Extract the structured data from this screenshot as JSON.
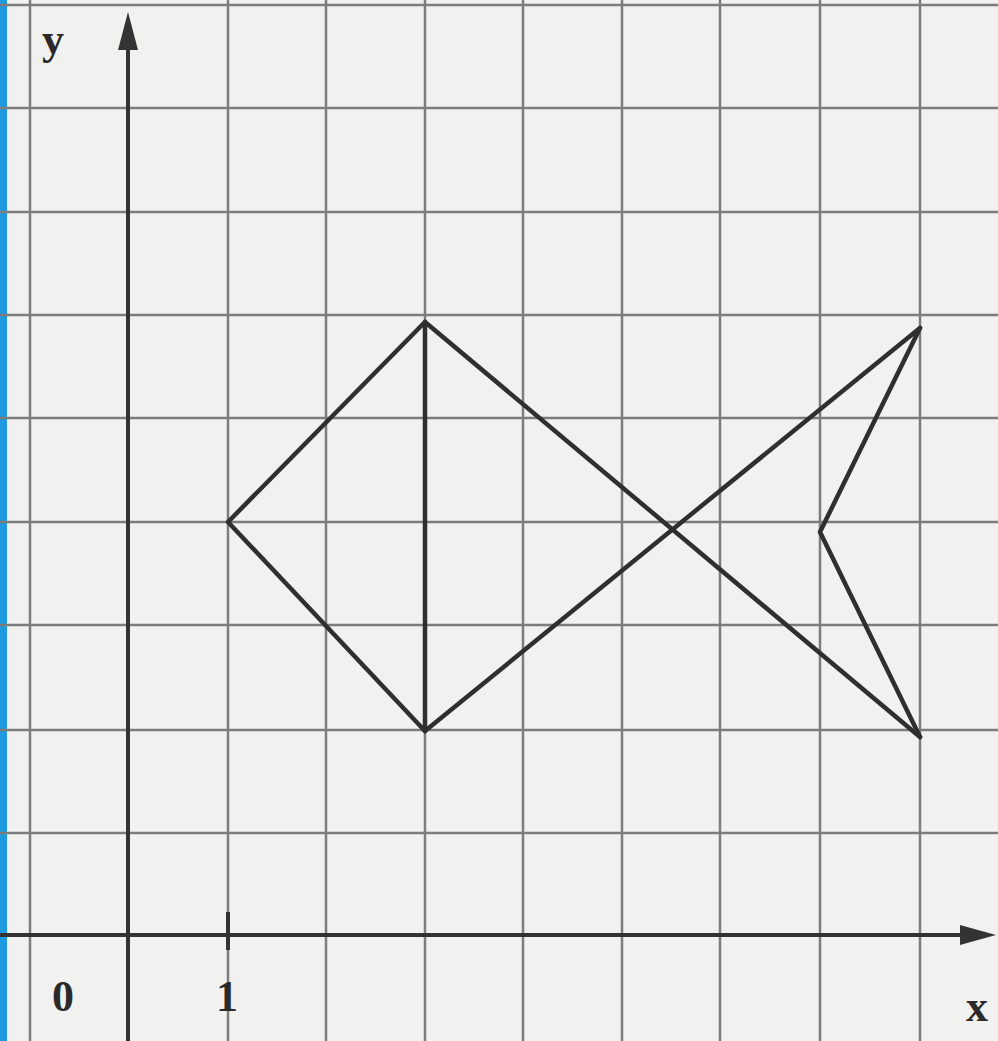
{
  "diagram": {
    "labels": [
      "y",
      "0",
      "1",
      "x"
    ]
  }
}
